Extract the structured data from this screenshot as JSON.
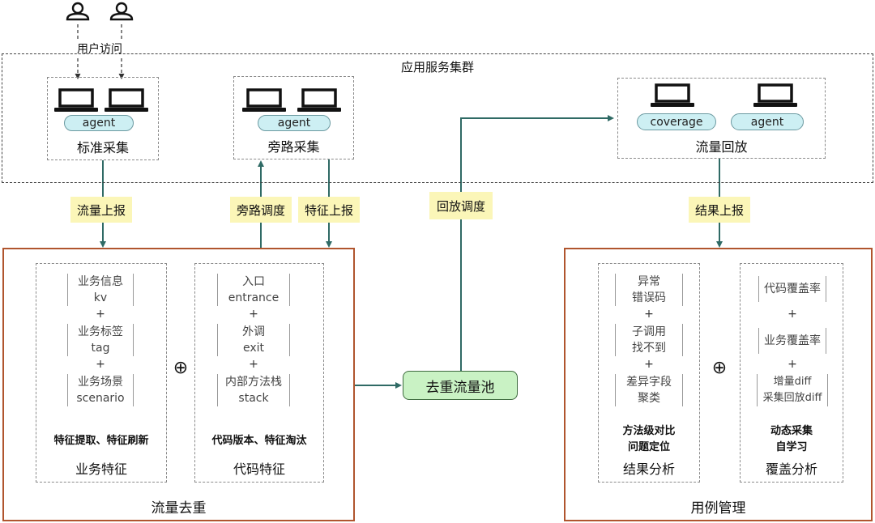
{
  "cluster": {
    "title": "应用服务集群"
  },
  "user_access": "用户访问",
  "standard": {
    "agent": "agent",
    "title": "标准采集"
  },
  "bypass": {
    "agent": "agent",
    "title": "旁路采集"
  },
  "replay": {
    "coverage": "coverage",
    "agent": "agent",
    "title": "流量回放"
  },
  "tags": {
    "traffic_report": "流量上报",
    "bypass_dispatch": "旁路调度",
    "feature_report": "特征上报",
    "replay_dispatch": "回放调度",
    "result_report": "结果上报"
  },
  "pool": "去重流量池",
  "dedup": {
    "title": "流量去重",
    "business": {
      "items": [
        {
          "line1": "业务信息",
          "line2": "kv"
        },
        {
          "line1": "业务标签",
          "line2": "tag"
        },
        {
          "line1": "业务场景",
          "line2": "scenario"
        }
      ],
      "plus": "+",
      "note": "特征提取、特征刷新",
      "title": "业务特征"
    },
    "code": {
      "items": [
        {
          "line1": "入口",
          "line2": "entrance"
        },
        {
          "line1": "外调",
          "line2": "exit"
        },
        {
          "line1": "内部方法栈",
          "line2": "stack"
        }
      ],
      "plus": "+",
      "note": "代码版本、特征淘汰",
      "title": "代码特征"
    },
    "oplus": "⊕"
  },
  "cases": {
    "title": "用例管理",
    "result": {
      "items": [
        {
          "line1": "异常",
          "line2": "错误码"
        },
        {
          "line1": "子调用",
          "line2": "找不到"
        },
        {
          "line1": "差异字段",
          "line2": "聚类"
        }
      ],
      "plus": "+",
      "note1": "方法级对比",
      "note2": "问题定位",
      "title": "结果分析"
    },
    "coverage": {
      "items": [
        {
          "line1": "代码覆盖率"
        },
        {
          "line1": "业务覆盖率"
        },
        {
          "line1": "增量diff",
          "line2": "采集回放diff"
        }
      ],
      "plus": "+",
      "note1": "动态采集",
      "note2": "自学习",
      "title": "覆盖分析"
    },
    "oplus": "⊕"
  },
  "colors": {
    "arrow": "#2f6a65",
    "border": "#b0552e",
    "tag": "#fbf6b8",
    "pill": "#cdeff3",
    "pool": "#c9f2c4"
  }
}
